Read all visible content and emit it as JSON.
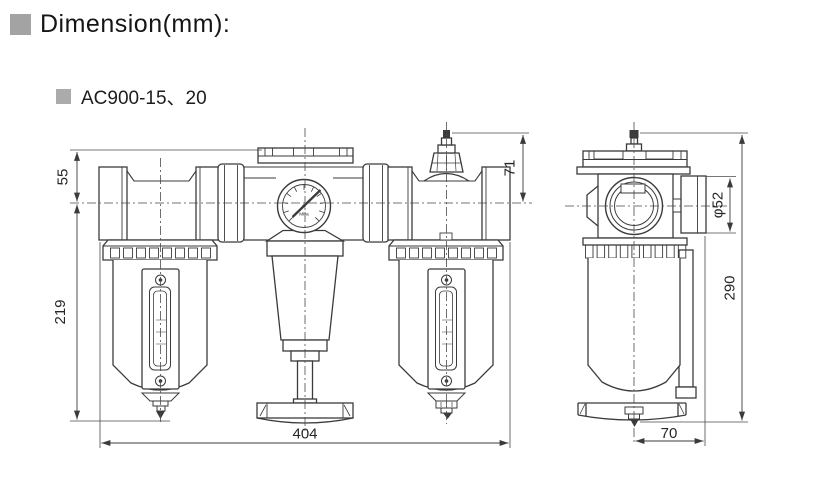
{
  "header": {
    "title": "Dimension(mm):"
  },
  "section": {
    "model": "AC900-15、20"
  },
  "drawing": {
    "gauge_unit": "MPa",
    "dimensions": {
      "d55": "55",
      "d219": "219",
      "d71": "71",
      "d404": "404",
      "d52": "φ52",
      "d290": "290",
      "d70": "70"
    }
  },
  "colors": {
    "line": "#3b3b3b",
    "thin_line": "#4a4a4a",
    "bullet": "#a3a3a3",
    "text": "#1c1c1c"
  }
}
